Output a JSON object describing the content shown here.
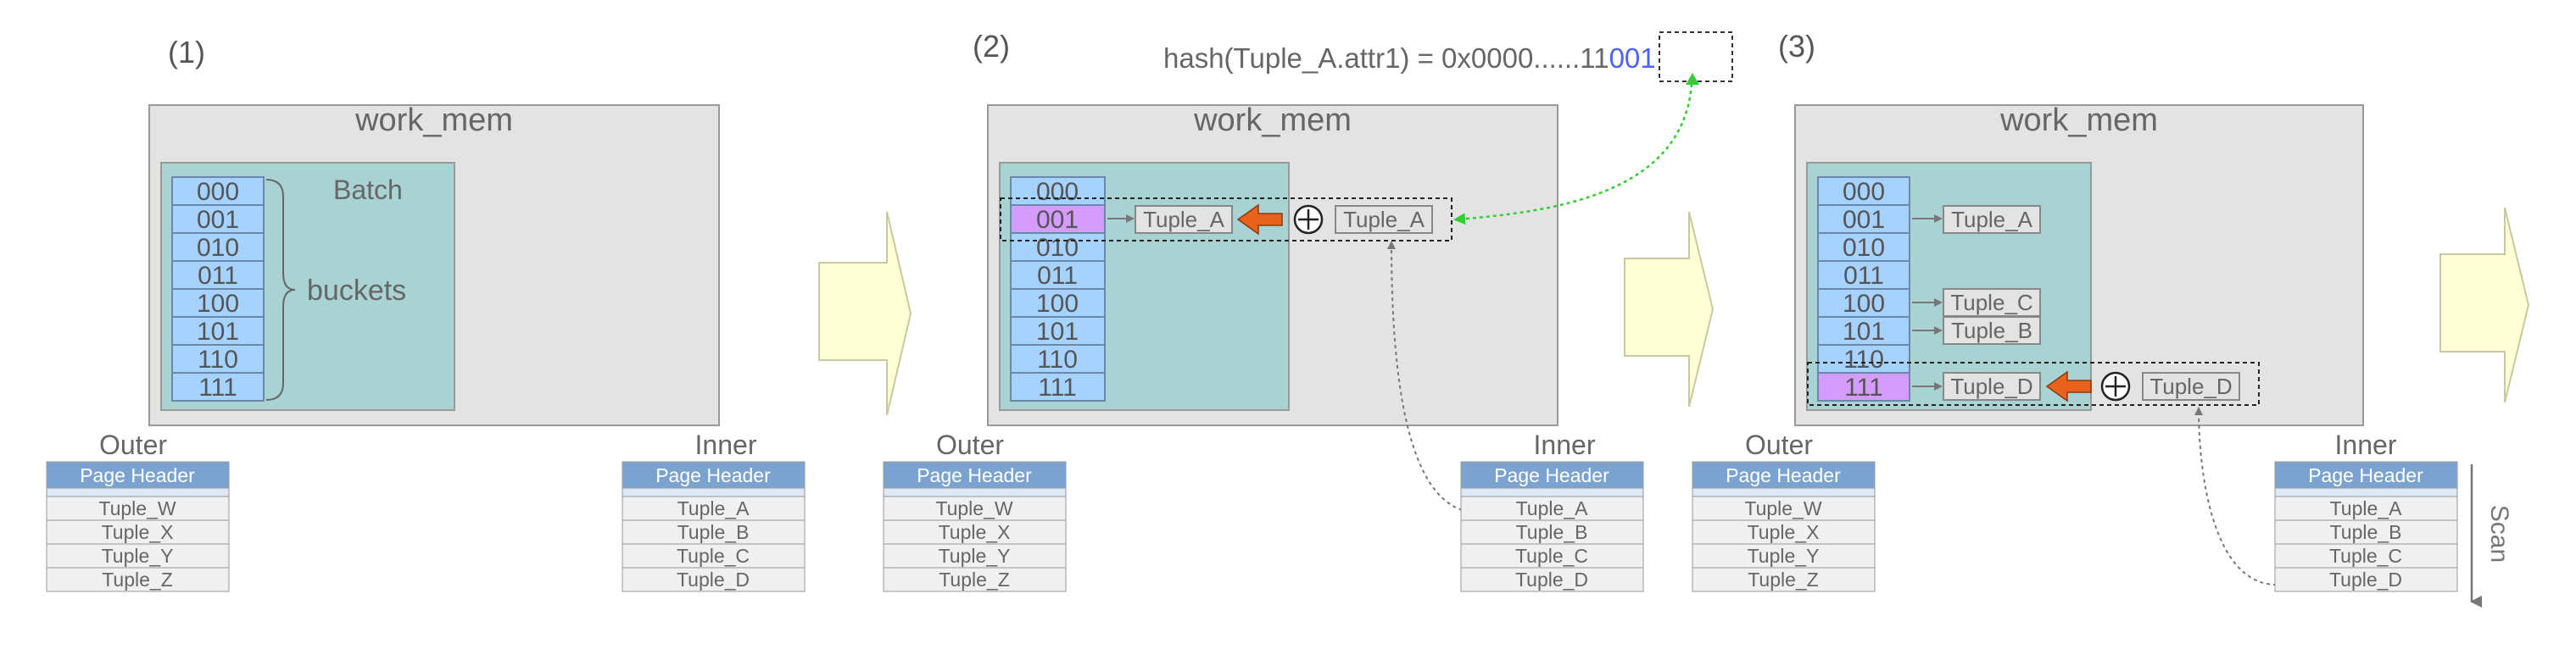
{
  "hash_equation": {
    "prefix": "hash(Tuple_A.attr1)  = 0x0000......11",
    "suffix": "001",
    "suffix_color": "#4a63ff"
  },
  "colors": {
    "work_mem_fill": "#e3e3e3",
    "batch_fill": "#a9d3d3",
    "bucket_fill": "#a6d2ff",
    "bucket_highlight": "#d49cff",
    "page_header_fill": "#7ba3d1",
    "tuple_row_fill": "#f0f0f0",
    "next_arrow_fill": "#ffffd6",
    "probe_arrow": "#e8621c",
    "hash_link": "#33cc33",
    "text": "#666666"
  },
  "panels": [
    {
      "step": "(1)",
      "title": "work_mem",
      "buckets": [
        "000",
        "001",
        "010",
        "011",
        "100",
        "101",
        "110",
        "111"
      ],
      "batch_label": "Batch",
      "buckets_label": "buckets",
      "outer": {
        "label": "Outer",
        "header": "Page Header",
        "tuples": [
          "Tuple_W",
          "Tuple_X",
          "Tuple_Y",
          "Tuple_Z"
        ]
      },
      "inner": {
        "label": "Inner",
        "header": "Page Header",
        "tuples": [
          "Tuple_A",
          "Tuple_B",
          "Tuple_C",
          "Tuple_D"
        ]
      }
    },
    {
      "step": "(2)",
      "title": "work_mem",
      "buckets": [
        "000",
        "001",
        "010",
        "011",
        "100",
        "101",
        "110",
        "111"
      ],
      "chain_tuple": "Tuple_A",
      "probe_tuple": "Tuple_A",
      "outer": {
        "label": "Outer",
        "header": "Page Header",
        "tuples": [
          "Tuple_W",
          "Tuple_X",
          "Tuple_Y",
          "Tuple_Z"
        ]
      },
      "inner": {
        "label": "Inner",
        "header": "Page Header",
        "tuples": [
          "Tuple_A",
          "Tuple_B",
          "Tuple_C",
          "Tuple_D"
        ]
      }
    },
    {
      "step": "(3)",
      "title": "work_mem",
      "buckets": [
        "000",
        "001",
        "010",
        "011",
        "100",
        "101",
        "110",
        "111"
      ],
      "chain_tuples": [
        "Tuple_A",
        "Tuple_C",
        "Tuple_B",
        "Tuple_D"
      ],
      "probe_tuple": "Tuple_D",
      "scan_label": "Scan",
      "outer": {
        "label": "Outer",
        "header": "Page Header",
        "tuples": [
          "Tuple_W",
          "Tuple_X",
          "Tuple_Y",
          "Tuple_Z"
        ]
      },
      "inner": {
        "label": "Inner",
        "header": "Page Header",
        "tuples": [
          "Tuple_A",
          "Tuple_B",
          "Tuple_C",
          "Tuple_D"
        ]
      }
    }
  ]
}
